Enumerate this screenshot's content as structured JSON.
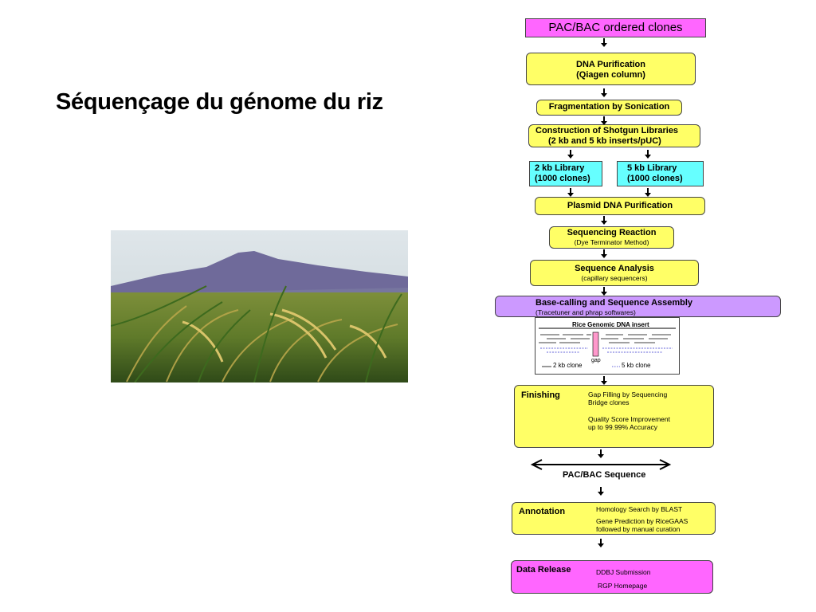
{
  "slide": {
    "title": "Séquençage du génome du riz"
  },
  "flow": {
    "pac_bac": "PAC/BAC ordered clones",
    "dna_purif_1": "DNA Purification",
    "dna_purif_2": "(Qiagen column)",
    "fragmentation": "Fragmentation by Sonication",
    "shotgun_1": "Construction of  Shotgun Libraries",
    "shotgun_2": "(2 kb and 5 kb inserts/pUC)",
    "lib2_1": "2 kb Library",
    "lib2_2": "(1000 clones)",
    "lib5_1": "5 kb Library",
    "lib5_2": "(1000 clones)",
    "plasmid": "Plasmid DNA Purification",
    "seqreact_1": "Sequencing Reaction",
    "seqreact_2": "(Dye Terminator Method)",
    "seqanal_1": "Sequence Analysis",
    "seqanal_2": "(capillary sequencers)",
    "basecall_1": "Base-calling and Sequence Assembly",
    "basecall_2": "(Tracetuner and phrap softwares)",
    "insert_title": "Rice Genomic DNA insert",
    "gap": "gap",
    "clone2": "2 kb clone",
    "clone5": "5 kb clone",
    "finishing": "Finishing",
    "fin_1": "Gap Filling by Sequencing",
    "fin_2": "Bridge clones",
    "fin_3": "Quality Score Improvement",
    "fin_4": "up to 99.99% Accuracy",
    "pacbac_seq": "PAC/BAC Sequence",
    "annotation": "Annotation",
    "ann_1": "Homology Search by BLAST",
    "ann_2": "Gene Prediction by RiceGAAS",
    "ann_3": "followed by manual curation",
    "release": "Data Release",
    "rel_1": "DDBJ Submission",
    "rel_2": "RGP Homepage"
  },
  "colors": {
    "yellow": "#ffff66",
    "cyan": "#66ffff",
    "magenta": "#ff66ff",
    "purple": "#cc99ff"
  }
}
